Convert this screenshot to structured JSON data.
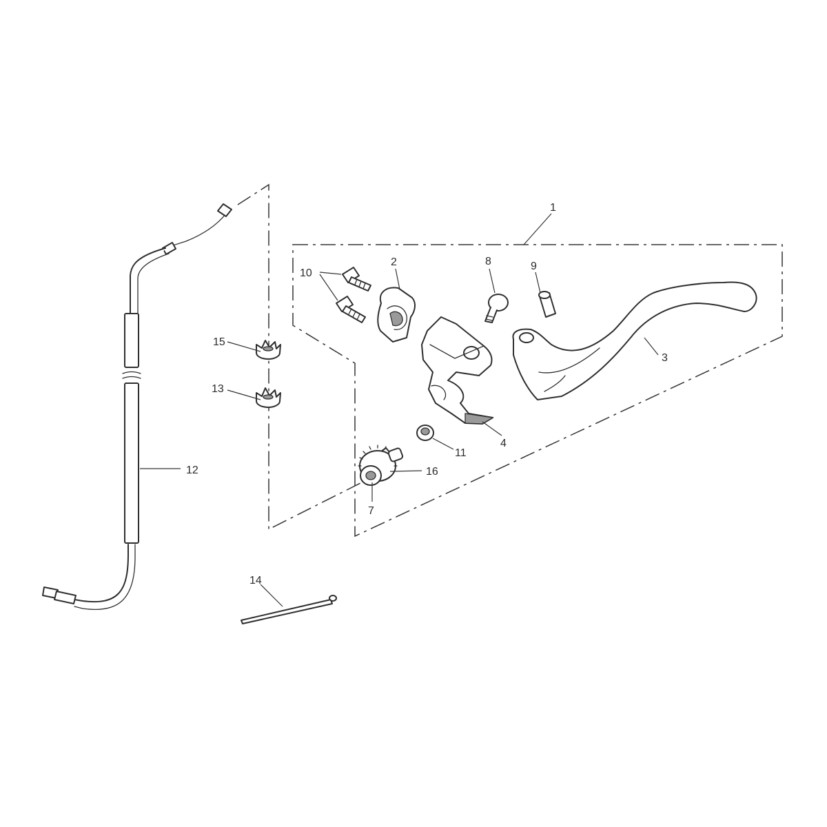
{
  "diagram": {
    "callouts": [
      {
        "id": "1",
        "text": "1"
      },
      {
        "id": "2",
        "text": "2"
      },
      {
        "id": "3",
        "text": "3"
      },
      {
        "id": "4",
        "text": "4"
      },
      {
        "id": "7",
        "text": "7"
      },
      {
        "id": "8",
        "text": "8"
      },
      {
        "id": "9",
        "text": "9"
      },
      {
        "id": "10",
        "text": "10"
      },
      {
        "id": "11",
        "text": "11"
      },
      {
        "id": "12",
        "text": "12"
      },
      {
        "id": "13",
        "text": "13"
      },
      {
        "id": "14",
        "text": "14"
      },
      {
        "id": "15",
        "text": "15"
      },
      {
        "id": "16",
        "text": "16"
      }
    ]
  }
}
